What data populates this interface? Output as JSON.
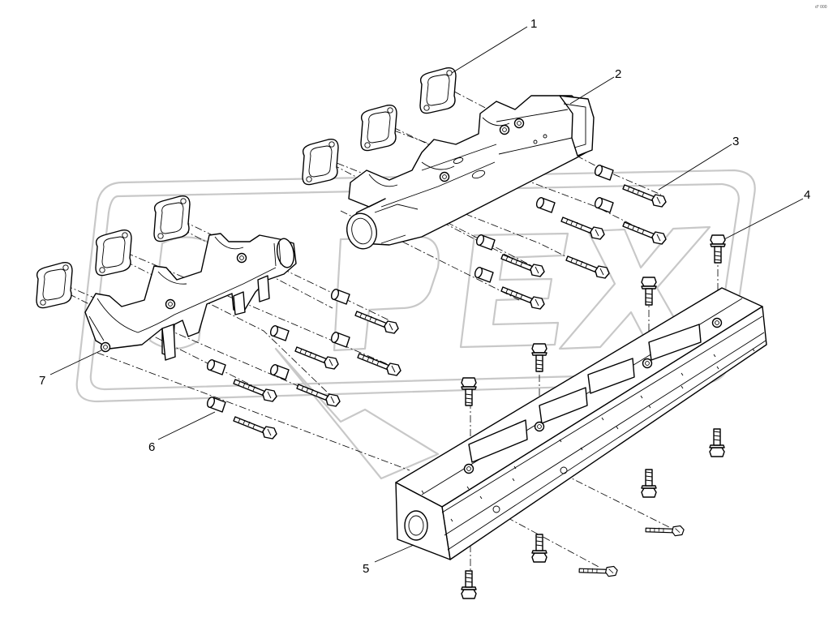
{
  "watermark": {
    "text": "OPEX"
  },
  "corner_mark": "d° 000",
  "callouts": [
    {
      "num": "1"
    },
    {
      "num": "2"
    },
    {
      "num": "3"
    },
    {
      "num": "4"
    },
    {
      "num": "5"
    },
    {
      "num": "6"
    },
    {
      "num": "7"
    }
  ]
}
